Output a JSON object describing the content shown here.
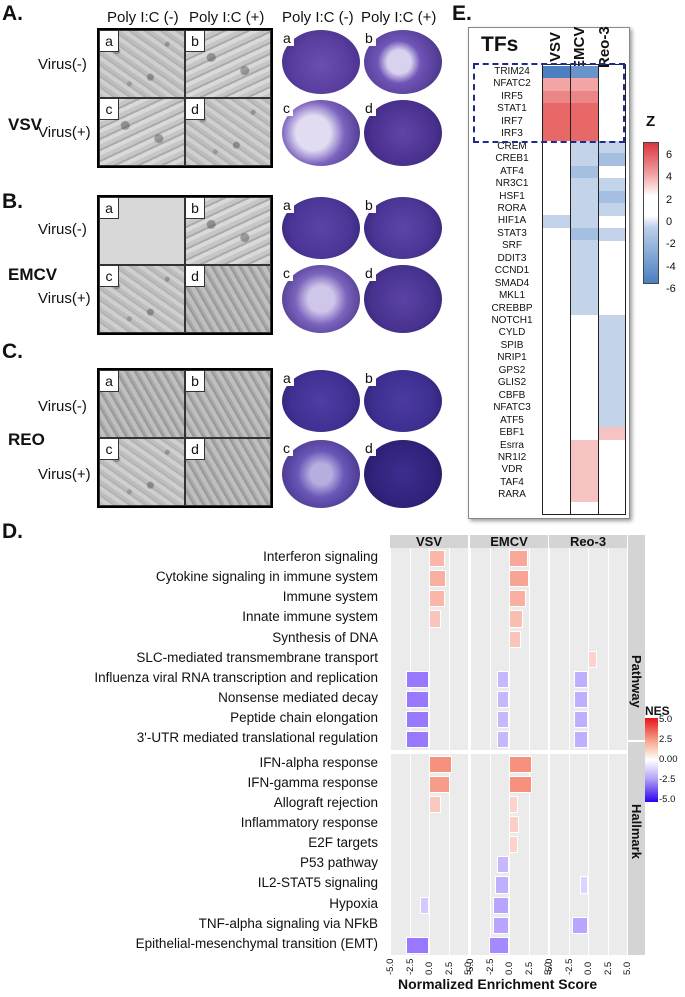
{
  "panel_letters": {
    "A": "A.",
    "B": "B.",
    "C": "C.",
    "D": "D.",
    "E": "E."
  },
  "virus_names": {
    "vsv": "VSV",
    "emcv": "EMCV",
    "reo": "REO"
  },
  "column_labels": {
    "neg": "Poly I:C (-)",
    "pos": "Poly I:C (+)"
  },
  "row_labels": {
    "neg": "Virus(-)",
    "pos": "Virus(+)"
  },
  "sub_labels": {
    "a": "a",
    "b": "b",
    "c": "c",
    "d": "d"
  },
  "panel_e": {
    "header": "TFs",
    "columns": [
      "VSV",
      "EMCV",
      "Reo-3"
    ],
    "legend_title": "Z",
    "legend_ticks": [
      "6",
      "4",
      "2",
      "0",
      "-2",
      "-4",
      "-6"
    ],
    "tfs": [
      "TRIM24",
      "NFATC2",
      "IRF5",
      "STAT1",
      "IRF7",
      "IRF3",
      "CREM",
      "CREB1",
      "ATF4",
      "NR3C1",
      "HSF1",
      "RORA",
      "HIF1A",
      "STAT3",
      "SRF",
      "DDIT3",
      "CCND1",
      "SMAD4",
      "MKL1",
      "CREBBP",
      "NOTCH1",
      "CYLD",
      "SPIB",
      "NRIP1",
      "GPS2",
      "GLIS2",
      "CBFB",
      "NFATC3",
      "ATF5",
      "EBF1",
      "Esrra",
      "NR1I2",
      "VDR",
      "TAF4",
      "RARA"
    ],
    "colors": {
      "pos": "#e34a4a",
      "neg": "#4b7fc0"
    }
  },
  "chart_data": {
    "type": "bar",
    "facets": [
      "VSV",
      "EMCV",
      "Reo-3"
    ],
    "groups": [
      "Pathway",
      "Hallmark"
    ],
    "xlabel": "Normalized Enrichment Score",
    "xlim": [
      -5,
      5
    ],
    "x_ticks": [
      "-5.0",
      "-2.5",
      "0.0",
      "2.5",
      "5.0"
    ],
    "legend_title": "NES",
    "legend_ticks": [
      "5.0",
      "2.5",
      "0.00",
      "-2.5",
      "-5.0"
    ],
    "categories": [
      "Interferon signaling",
      "Cytokine signaling in immune system",
      "Immune system",
      "Innate immune system",
      "Synthesis of DNA",
      "SLC-mediated transmembrane transport",
      "Influenza viral RNA transcription and replication",
      "Nonsense mediated decay",
      "Peptide chain elongation",
      "3'-UTR mediated translational regulation",
      "IFN-alpha response",
      "IFN-gamma response",
      "Allograft rejection",
      "Inflammatory response",
      "E2F targets",
      "P53 pathway",
      "IL2-STAT5 signaling",
      "Hypoxia",
      "TNF-alpha signaling via NFkB",
      "Epithelial-mesenchymal transition (EMT)"
    ],
    "category_group": [
      "Pathway",
      "Pathway",
      "Pathway",
      "Pathway",
      "Pathway",
      "Pathway",
      "Pathway",
      "Pathway",
      "Pathway",
      "Pathway",
      "Hallmark",
      "Hallmark",
      "Hallmark",
      "Hallmark",
      "Hallmark",
      "Hallmark",
      "Hallmark",
      "Hallmark",
      "Hallmark",
      "Hallmark"
    ],
    "series": [
      {
        "name": "VSV",
        "values": [
          2.0,
          2.2,
          2.0,
          1.6,
          null,
          null,
          -3.0,
          -3.0,
          -3.0,
          -3.0,
          3.0,
          2.7,
          1.5,
          null,
          null,
          null,
          null,
          -1.2,
          null,
          -3.0
        ]
      },
      {
        "name": "EMCV",
        "values": [
          2.4,
          2.5,
          2.2,
          1.8,
          1.6,
          null,
          -1.6,
          -1.6,
          -1.6,
          -1.6,
          3.0,
          3.0,
          1.2,
          1.3,
          1.2,
          -1.6,
          -1.8,
          -2.0,
          -2.0,
          -2.6
        ]
      },
      {
        "name": "Reo-3",
        "values": [
          null,
          null,
          null,
          null,
          null,
          1.2,
          -1.8,
          -1.8,
          -1.8,
          -1.8,
          null,
          null,
          null,
          null,
          null,
          null,
          -1.0,
          null,
          -2.0,
          null
        ]
      }
    ]
  }
}
